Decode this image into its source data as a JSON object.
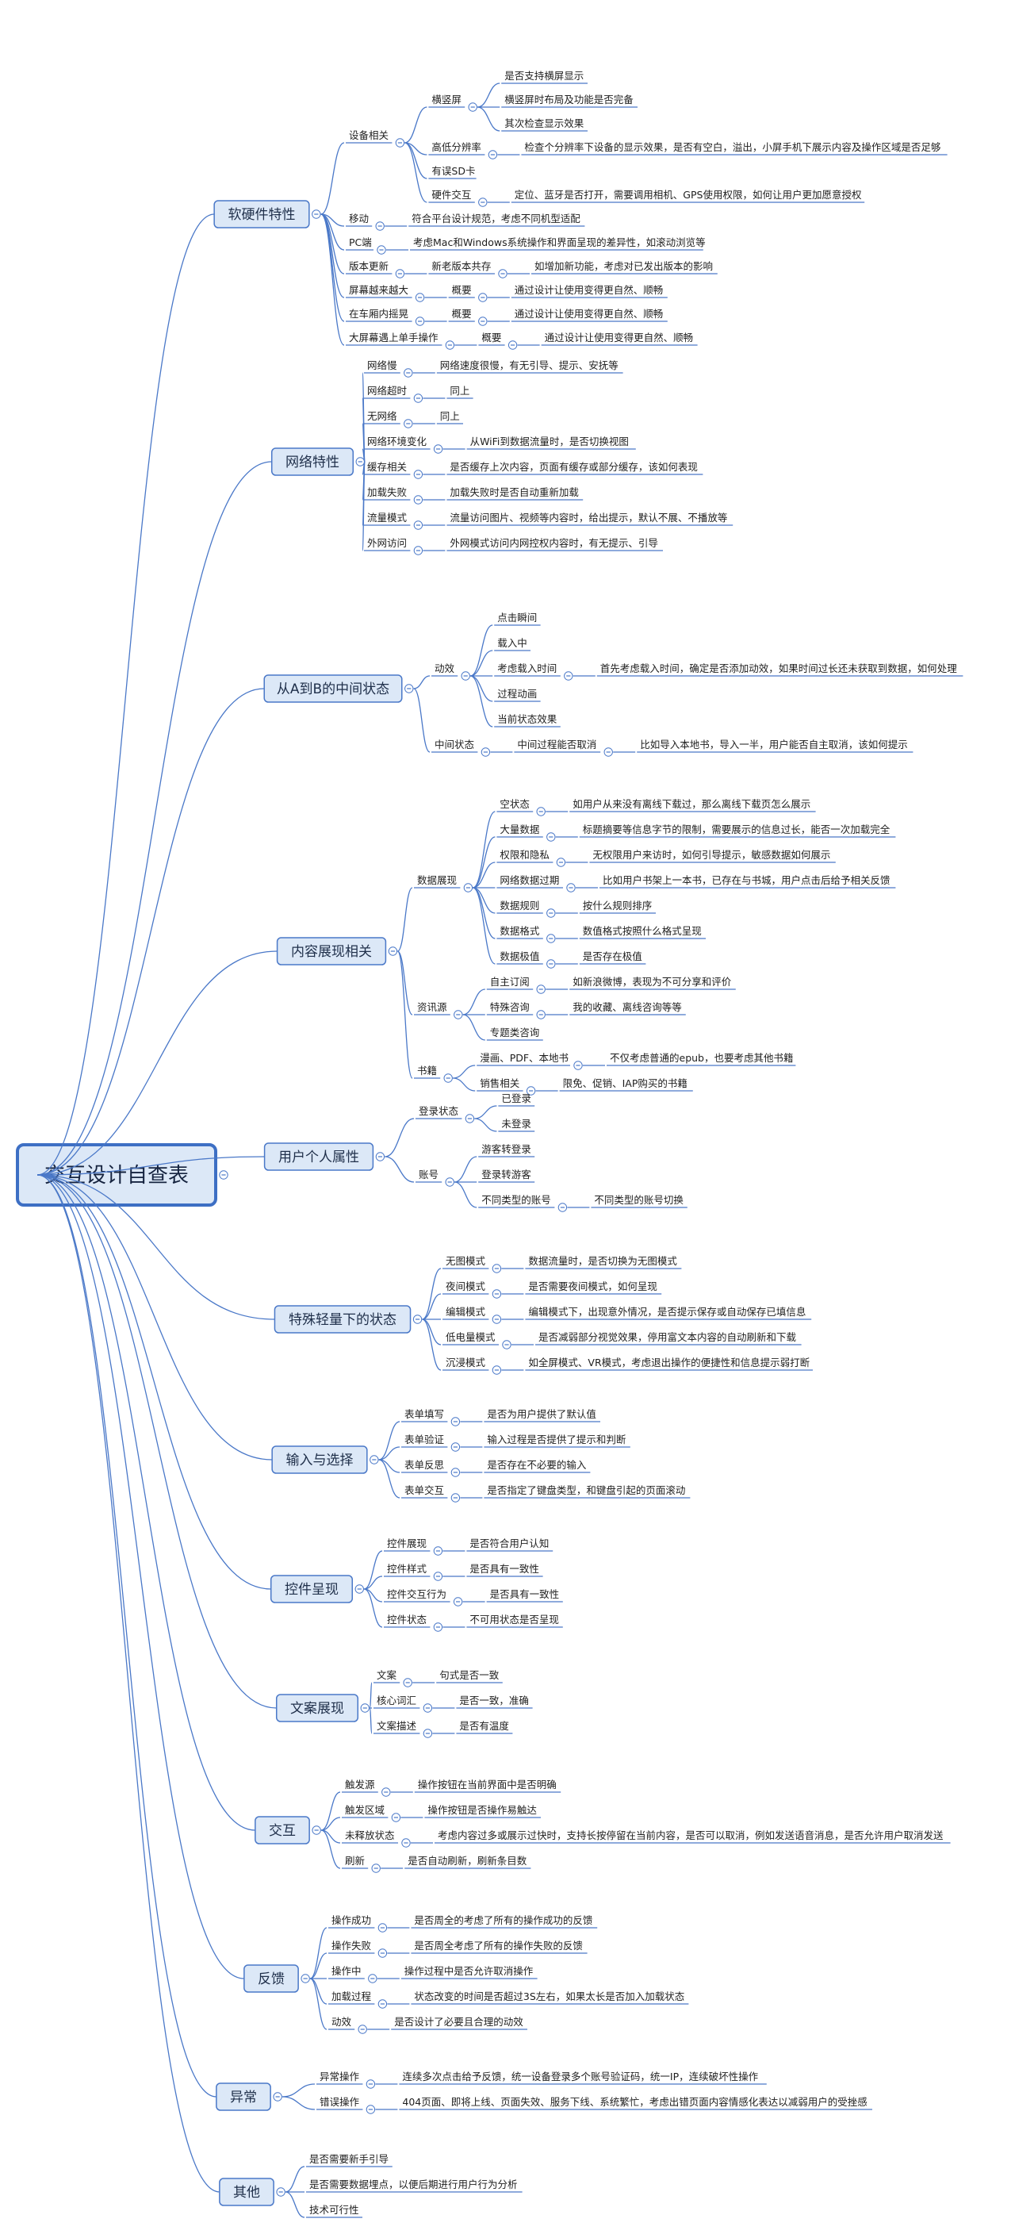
{
  "root": "交互设计自查表",
  "colors": {
    "line": "#4a78c8",
    "box_fill": "#dce8f7",
    "box_stroke": "#4a78c8",
    "root_fill": "#dce8f7",
    "root_stroke": "#3d6fc4"
  },
  "categories": [
    {
      "label": "软硬件特性",
      "children": [
        {
          "label": "设备相关",
          "children": [
            {
              "label": "横竖屏",
              "children": [
                {
                  "label": "是否支持横屏显示"
                },
                {
                  "label": "横竖屏时布局及功能是否完备"
                },
                {
                  "label": "其次检查显示效果"
                }
              ]
            },
            {
              "label": "高低分辨率",
              "children": [
                {
                  "label": "检查个分辨率下设备的显示效果，是否有空白，溢出，小屏手机下展示内容及操作区域是否足够"
                }
              ]
            },
            {
              "label": "有误SD卡"
            },
            {
              "label": "硬件交互",
              "children": [
                {
                  "label": "定位、蓝牙是否打开，需要调用相机、GPS使用权限，如何让用户更加愿意授权"
                }
              ]
            }
          ]
        },
        {
          "label": "移动",
          "children": [
            {
              "label": "符合平台设计规范，考虑不同机型适配"
            }
          ]
        },
        {
          "label": "PC端",
          "children": [
            {
              "label": "考虑Mac和Windows系统操作和界面呈现的差异性，如滚动浏览等"
            }
          ]
        },
        {
          "label": "版本更新",
          "children": [
            {
              "label": "新老版本共存",
              "children": [
                {
                  "label": "如增加新功能，考虑对已发出版本的影响"
                }
              ]
            }
          ]
        },
        {
          "label": "屏幕越来越大",
          "children": [
            {
              "label": "概要",
              "children": [
                {
                  "label": "通过设计让使用变得更自然、顺畅"
                }
              ]
            }
          ]
        },
        {
          "label": "在车厢内摇晃",
          "children": [
            {
              "label": "概要",
              "children": [
                {
                  "label": "通过设计让使用变得更自然、顺畅"
                }
              ]
            }
          ]
        },
        {
          "label": "大屏幕遇上单手操作",
          "children": [
            {
              "label": "概要",
              "children": [
                {
                  "label": "通过设计让使用变得更自然、顺畅"
                }
              ]
            }
          ]
        }
      ]
    },
    {
      "label": "网络特性",
      "children": [
        {
          "label": "网络慢",
          "children": [
            {
              "label": "网络速度很慢，有无引导、提示、安抚等"
            }
          ]
        },
        {
          "label": "网络超时",
          "children": [
            {
              "label": "同上"
            }
          ]
        },
        {
          "label": "无网络",
          "children": [
            {
              "label": "同上"
            }
          ]
        },
        {
          "label": "网络环境变化",
          "children": [
            {
              "label": "从WiFi到数据流量时，是否切换视图"
            }
          ]
        },
        {
          "label": "缓存相关",
          "children": [
            {
              "label": "是否缓存上次内容，页面有缓存或部分缓存，该如何表现"
            }
          ]
        },
        {
          "label": "加载失败",
          "children": [
            {
              "label": "加载失败时是否自动重新加载"
            }
          ]
        },
        {
          "label": "流量模式",
          "children": [
            {
              "label": "流量访问图片、视频等内容时，给出提示，默认不展、不播放等"
            }
          ]
        },
        {
          "label": "外网访问",
          "children": [
            {
              "label": "外网模式访问内网控权内容时，有无提示、引导"
            }
          ]
        }
      ]
    },
    {
      "label": "从A到B的中间状态",
      "children": [
        {
          "label": "动效",
          "children": [
            {
              "label": "点击瞬间"
            },
            {
              "label": "载入中"
            },
            {
              "label": "考虑载入时间",
              "children": [
                {
                  "label": "首先考虑载入时间，确定是否添加动效，如果时间过长还未获取到数据，如何处理"
                }
              ]
            },
            {
              "label": "过程动画"
            },
            {
              "label": "当前状态效果"
            }
          ]
        },
        {
          "label": "中间状态",
          "children": [
            {
              "label": "中间过程能否取消",
              "children": [
                {
                  "label": "比如导入本地书，导入一半，用户能否自主取消，该如何提示"
                }
              ]
            }
          ]
        }
      ]
    },
    {
      "label": "内容展现相关",
      "children": [
        {
          "label": "数据展现",
          "children": [
            {
              "label": "空状态",
              "children": [
                {
                  "label": "如用户从来没有离线下载过，那么离线下载页怎么展示"
                }
              ]
            },
            {
              "label": "大量数据",
              "children": [
                {
                  "label": "标题摘要等信息字节的限制，需要展示的信息过长，能否一次加载完全"
                }
              ]
            },
            {
              "label": "权限和隐私",
              "children": [
                {
                  "label": "无权限用户来访时，如何引导提示，敏感数据如何展示"
                }
              ]
            },
            {
              "label": "网络数据过期",
              "children": [
                {
                  "label": "比如用户书架上一本书，已存在与书城，用户点击后给予相关反馈"
                }
              ]
            },
            {
              "label": "数据规则",
              "children": [
                {
                  "label": "按什么规则排序"
                }
              ]
            },
            {
              "label": "数据格式",
              "children": [
                {
                  "label": "数值格式按照什么格式呈现"
                }
              ]
            },
            {
              "label": "数据极值",
              "children": [
                {
                  "label": "是否存在极值"
                }
              ]
            }
          ]
        },
        {
          "label": "资讯源",
          "children": [
            {
              "label": "自主订阅",
              "children": [
                {
                  "label": "如新浪微博，表现为不可分享和评价"
                }
              ]
            },
            {
              "label": "特殊咨询",
              "children": [
                {
                  "label": "我的收藏、离线咨询等等"
                }
              ]
            },
            {
              "label": "专题类咨询"
            }
          ]
        },
        {
          "label": "书籍",
          "children": [
            {
              "label": "漫画、PDF、本地书",
              "children": [
                {
                  "label": "不仅考虑普通的epub，也要考虑其他书籍"
                }
              ]
            },
            {
              "label": "销售相关",
              "children": [
                {
                  "label": "限免、促销、IAP购买的书籍"
                }
              ]
            }
          ]
        }
      ]
    },
    {
      "label": "用户个人属性",
      "children": [
        {
          "label": "登录状态",
          "children": [
            {
              "label": "已登录"
            },
            {
              "label": "未登录"
            }
          ]
        },
        {
          "label": "账号",
          "children": [
            {
              "label": "游客转登录"
            },
            {
              "label": "登录转游客"
            },
            {
              "label": "不同类型的账号",
              "children": [
                {
                  "label": "不同类型的账号切换"
                }
              ]
            }
          ]
        }
      ]
    },
    {
      "label": "特殊轻量下的状态",
      "children": [
        {
          "label": "无图模式",
          "children": [
            {
              "label": "数据流量时，是否切换为无图模式"
            }
          ]
        },
        {
          "label": "夜间模式",
          "children": [
            {
              "label": "是否需要夜间模式，如何呈现"
            }
          ]
        },
        {
          "label": "编辑模式",
          "children": [
            {
              "label": "编辑模式下，出现意外情况，是否提示保存或自动保存已填信息"
            }
          ]
        },
        {
          "label": "低电量模式",
          "children": [
            {
              "label": "是否减弱部分视觉效果，停用富文本内容的自动刷新和下载"
            }
          ]
        },
        {
          "label": "沉浸模式",
          "children": [
            {
              "label": "如全屏模式、VR模式，考虑退出操作的便捷性和信息提示弱打断"
            }
          ]
        }
      ]
    },
    {
      "label": "输入与选择",
      "children": [
        {
          "label": "表单填写",
          "children": [
            {
              "label": "是否为用户提供了默认值"
            }
          ]
        },
        {
          "label": "表单验证",
          "children": [
            {
              "label": "输入过程是否提供了提示和判断"
            }
          ]
        },
        {
          "label": "表单反思",
          "children": [
            {
              "label": "是否存在不必要的输入"
            }
          ]
        },
        {
          "label": "表单交互",
          "children": [
            {
              "label": "是否指定了键盘类型，和键盘引起的页面滚动"
            }
          ]
        }
      ]
    },
    {
      "label": "控件呈现",
      "children": [
        {
          "label": "控件展现",
          "children": [
            {
              "label": "是否符合用户认知"
            }
          ]
        },
        {
          "label": "控件样式",
          "children": [
            {
              "label": "是否具有一致性"
            }
          ]
        },
        {
          "label": "控件交互行为",
          "children": [
            {
              "label": "是否具有一致性"
            }
          ]
        },
        {
          "label": "控件状态",
          "children": [
            {
              "label": "不可用状态是否呈现"
            }
          ]
        }
      ]
    },
    {
      "label": "文案展现",
      "children": [
        {
          "label": "文案",
          "children": [
            {
              "label": "句式是否一致"
            }
          ]
        },
        {
          "label": "核心词汇",
          "children": [
            {
              "label": "是否一致，准确"
            }
          ]
        },
        {
          "label": "文案描述",
          "children": [
            {
              "label": "是否有温度"
            }
          ]
        }
      ]
    },
    {
      "label": "交互",
      "children": [
        {
          "label": "触发源",
          "children": [
            {
              "label": "操作按钮在当前界面中是否明确"
            }
          ]
        },
        {
          "label": "触发区域",
          "children": [
            {
              "label": "操作按钮是否操作易触达"
            }
          ]
        },
        {
          "label": "未释放状态",
          "children": [
            {
              "label": "考虑内容过多或展示过快时，支持长按停留在当前内容，是否可以取消，例如发送语音消息，是否允许用户取消发送"
            }
          ]
        },
        {
          "label": "刷新",
          "children": [
            {
              "label": "是否自动刷新，刷新条目数"
            }
          ]
        }
      ]
    },
    {
      "label": "反馈",
      "children": [
        {
          "label": "操作成功",
          "children": [
            {
              "label": "是否周全的考虑了所有的操作成功的反馈"
            }
          ]
        },
        {
          "label": "操作失败",
          "children": [
            {
              "label": "是否周全考虑了所有的操作失败的反馈"
            }
          ]
        },
        {
          "label": "操作中",
          "children": [
            {
              "label": "操作过程中是否允许取消操作"
            }
          ]
        },
        {
          "label": "加载过程",
          "children": [
            {
              "label": "状态改变的时间是否超过3S左右，如果太长是否加入加载状态"
            }
          ]
        },
        {
          "label": "动效",
          "children": [
            {
              "label": "是否设计了必要且合理的动效"
            }
          ]
        }
      ]
    },
    {
      "label": "异常",
      "children": [
        {
          "label": "异常操作",
          "children": [
            {
              "label": "连续多次点击给予反馈，统一设备登录多个账号验证码，统一IP，连续破坏性操作"
            }
          ]
        },
        {
          "label": "错误操作",
          "children": [
            {
              "label": "404页面、即将上线、页面失效、服务下线、系统繁忙，考虑出错页面内容情感化表达以减弱用户的受挫感"
            }
          ]
        }
      ]
    },
    {
      "label": "其他",
      "children": [
        {
          "label": "是否需要新手引导"
        },
        {
          "label": "是否需要数据埋点，以便后期进行用户行为分析"
        },
        {
          "label": "技术可行性"
        }
      ]
    }
  ]
}
